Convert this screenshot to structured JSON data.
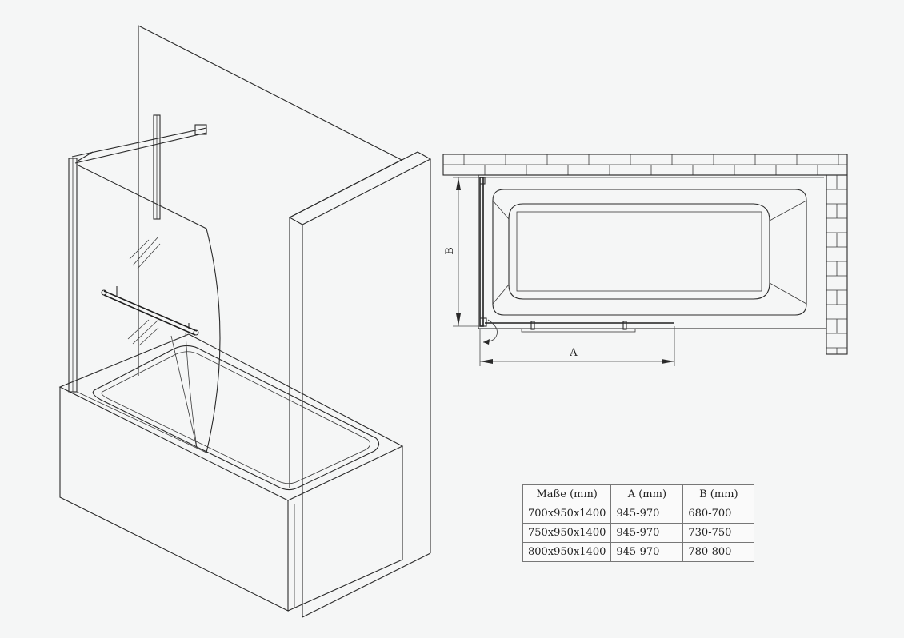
{
  "dimensions": {
    "a_label": "A",
    "b_label": "B"
  },
  "table": {
    "headers": [
      "Maße (mm)",
      "A (mm)",
      "B (mm)"
    ],
    "rows": [
      [
        "700x950x1400",
        "945-970",
        "680-700"
      ],
      [
        "750x950x1400",
        "945-970",
        "730-750"
      ],
      [
        "800x950x1400",
        "945-970",
        "780-800"
      ]
    ]
  }
}
